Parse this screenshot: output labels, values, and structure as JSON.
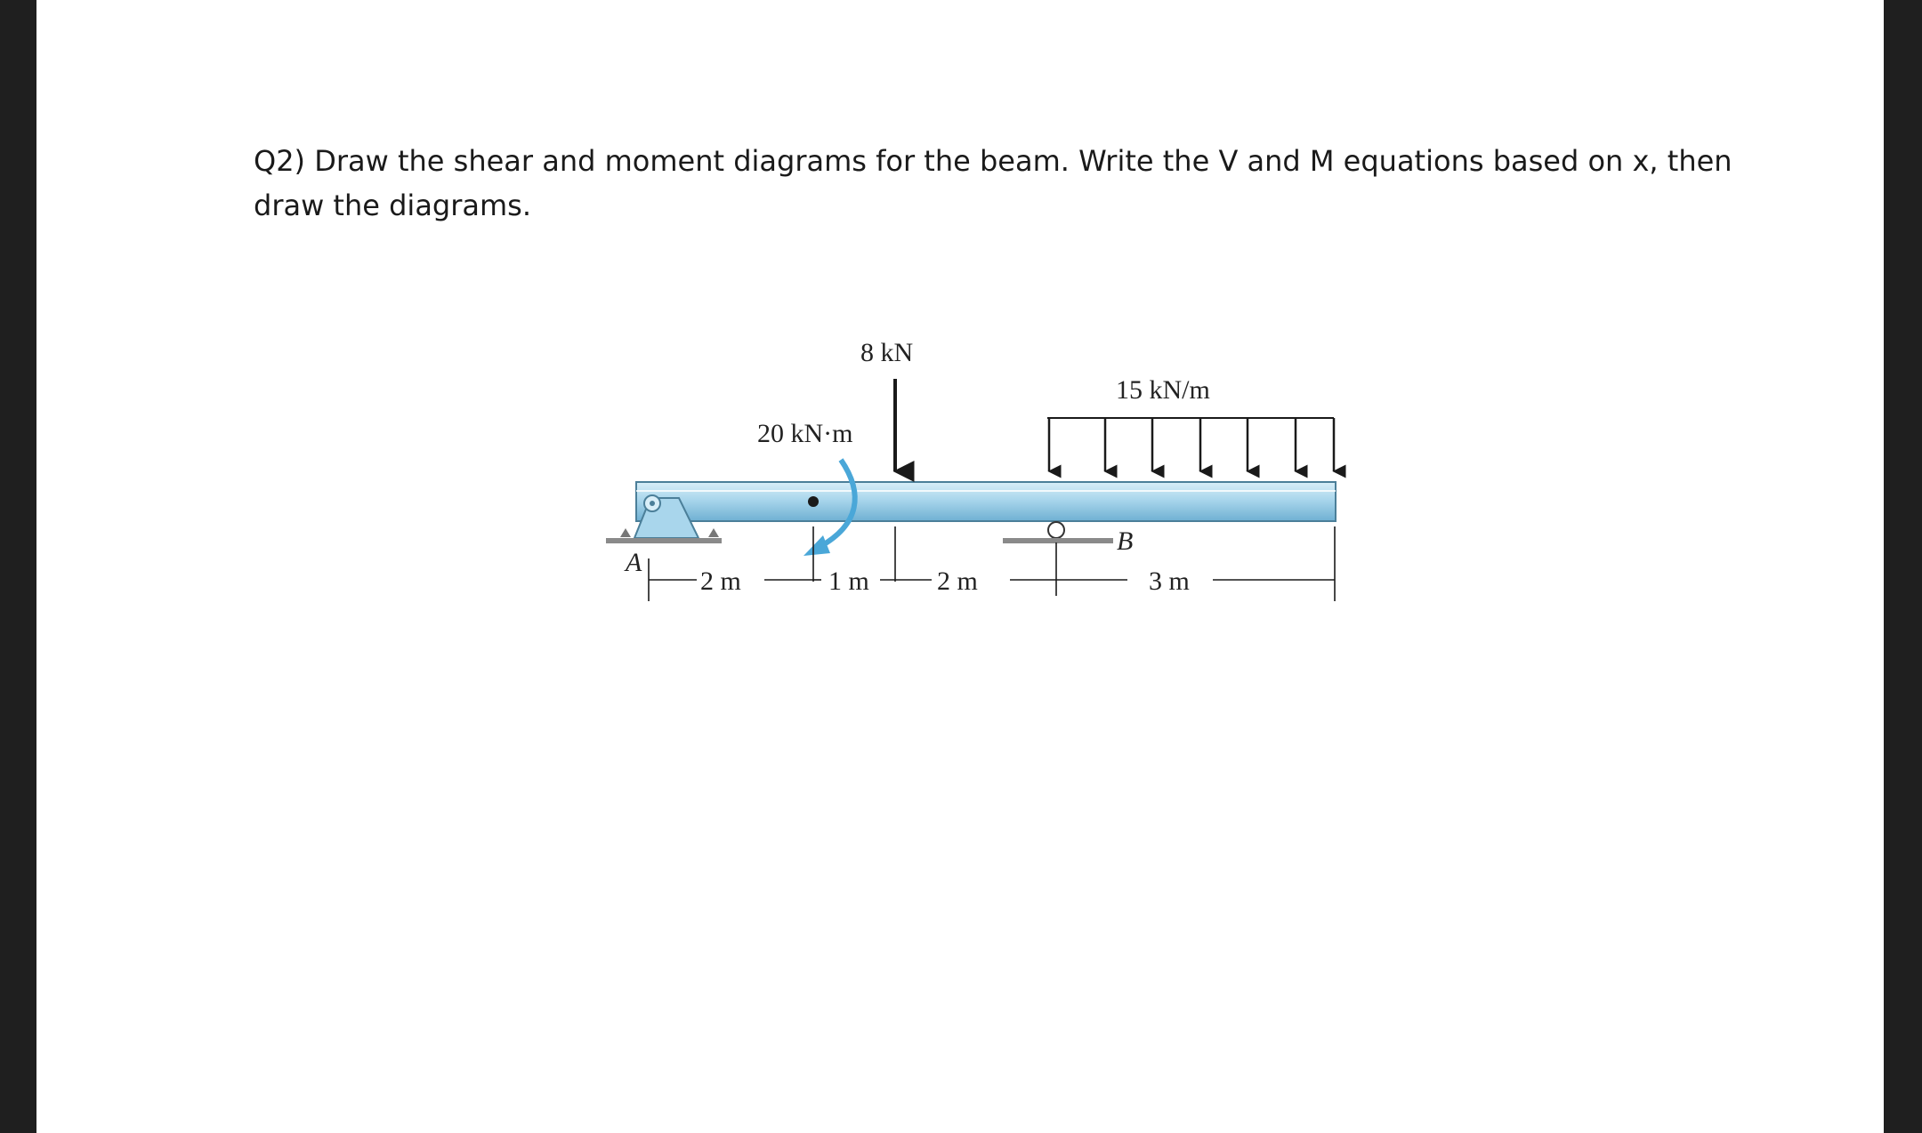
{
  "question": {
    "line1": "Q2) Draw the shear and moment diagrams for the beam. Write the V and M equations based on x, then",
    "line2": "draw the diagrams."
  },
  "figure": {
    "point_load_label": "8 kN",
    "distributed_load_label": "15 kN/m",
    "couple_moment_label": "20 kN·m",
    "support_a_label": "A",
    "support_b_label": "B",
    "dimension_labels": [
      "2 m",
      "1 m",
      "2 m",
      "3 m"
    ],
    "colors": {
      "beam_fill": "#a9d6ec",
      "beam_edge": "#4b7f99",
      "moment_arrow": "#4aa7d8",
      "load_arrow": "#1a1a1a"
    }
  }
}
